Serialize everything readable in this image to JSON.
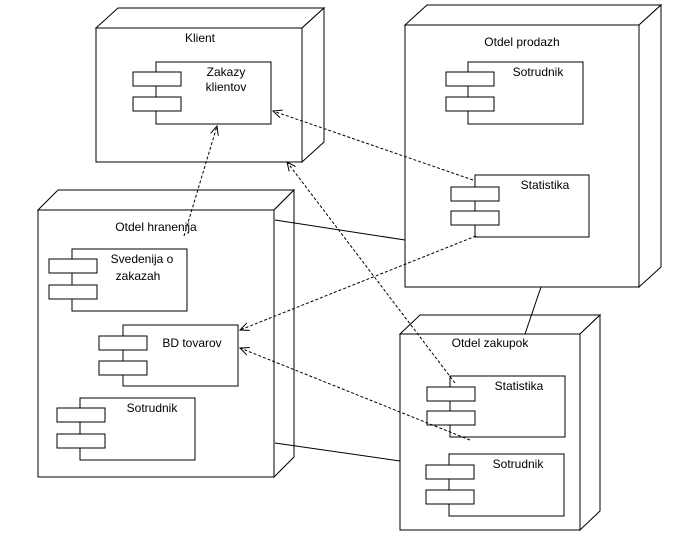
{
  "nodes": {
    "klient": {
      "title": "Klient",
      "components": [
        {
          "lines": [
            "Zakazy",
            "klientov"
          ]
        }
      ]
    },
    "otdel_prodazh": {
      "title": "Otdel prodazh",
      "components": [
        {
          "lines": [
            "Sotrudnik"
          ]
        },
        {
          "lines": [
            "Statistika"
          ]
        }
      ]
    },
    "otdel_hranenija": {
      "title": "Otdel hranenija",
      "components": [
        {
          "lines": [
            "Svedenija o",
            "zakazah"
          ]
        },
        {
          "lines": [
            "BD tovarov"
          ]
        },
        {
          "lines": [
            "Sotrudnik"
          ]
        }
      ]
    },
    "otdel_zakupok": {
      "title": "Otdel zakupok",
      "components": [
        {
          "lines": [
            "Statistika"
          ]
        },
        {
          "lines": [
            "Sotrudnik"
          ]
        }
      ]
    }
  },
  "connections": [
    {
      "type": "association",
      "from": "otdel_hranenija",
      "to": "otdel_prodazh"
    },
    {
      "type": "association",
      "from": "otdel_hranenija",
      "to": "otdel_zakupok"
    },
    {
      "type": "association",
      "from": "otdel_prodazh",
      "to": "otdel_zakupok"
    }
  ],
  "dependencies": [
    {
      "from": "otdel_hranenija.components.0",
      "to": "klient.components.0"
    },
    {
      "from": "otdel_prodazh.components.1",
      "to": "klient.components.0"
    },
    {
      "from": "otdel_zakupok.components.0",
      "to": "klient.components.0"
    },
    {
      "from": "otdel_prodazh.components.1",
      "to": "otdel_hranenija.components.1"
    },
    {
      "from": "otdel_zakupok.components.0",
      "to": "otdel_hranenija.components.1"
    }
  ]
}
